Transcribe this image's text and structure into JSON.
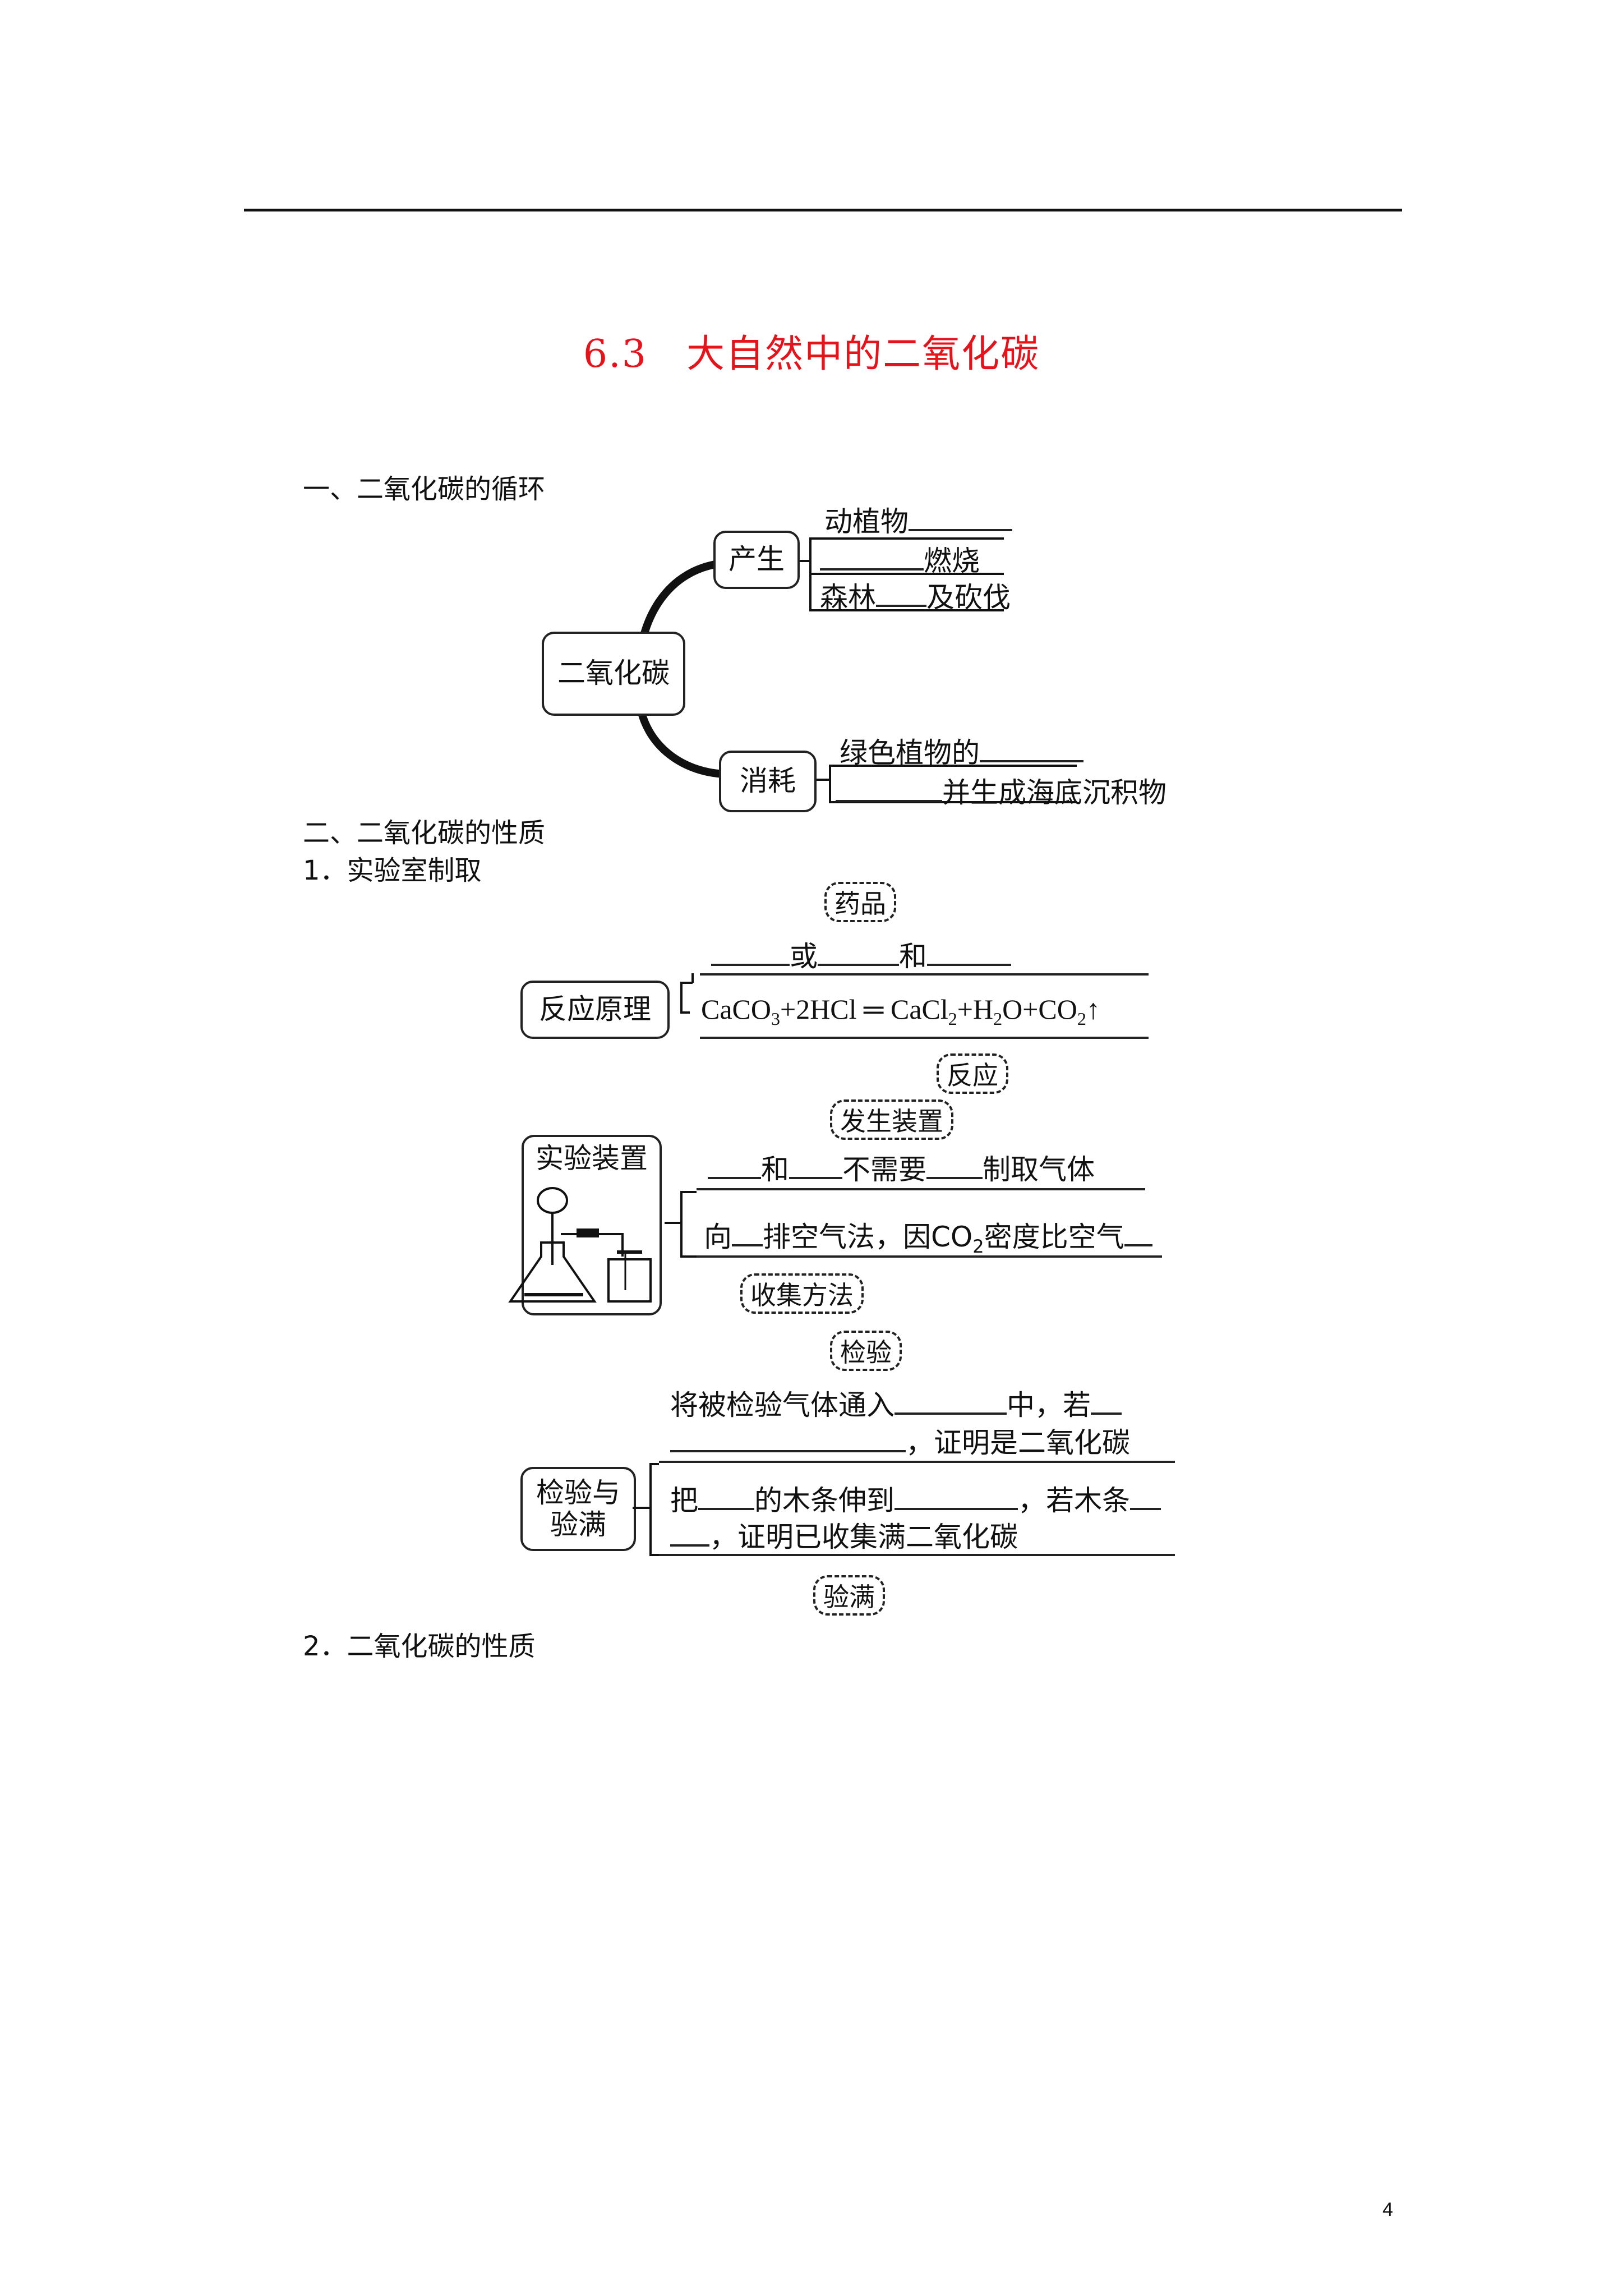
{
  "title": "6.3　大自然中的二氧化碳",
  "section1": "一、二氧化碳的循环",
  "cycle": {
    "center": "二氧化碳",
    "produce": "产生",
    "produce_items": [
      "动植物",
      "燃烧",
      "森林",
      "及砍伐"
    ],
    "consume": "消耗",
    "consume_items": [
      "绿色植物的",
      "并生成海底沉积物"
    ]
  },
  "section2": "二、二氧化碳的性质",
  "sub1": "1．实验室制取",
  "lab": {
    "reaction_box": "反应原理",
    "drugs_tag": "药品",
    "drugs_or": "或",
    "drugs_and": "和",
    "equation_left": "CaCO",
    "equation_mid1": "+2HCl ═ CaCl",
    "equation_mid2": "+H",
    "equation_mid3": "O+CO",
    "equation_arrow": "↑",
    "sub3": "3",
    "sub2": "2",
    "reaction_tag": "反应",
    "apparatus_box": "实验装置",
    "gen_tag": "发生装置",
    "gen_and": "和",
    "gen_text": "不需要",
    "gen_end": "制取气体",
    "collect_text1": "向",
    "collect_text2": "排空气法，因CO",
    "collect_text3": "密度比空气",
    "collect_tag": "收集方法",
    "check_box": "检验与验满",
    "check_tag": "检验",
    "check_l1a": "将被检验气体通入",
    "check_l1b": "中，若",
    "check_l2": "，证明是二氧化碳",
    "full_l1a": "把",
    "full_l1b": "的木条伸到",
    "full_l1c": "，若木条",
    "full_l2": "，证明已收集满二氧化碳",
    "full_tag": "验满"
  },
  "sub2": "2．二氧化碳的性质",
  "page_number": "4"
}
